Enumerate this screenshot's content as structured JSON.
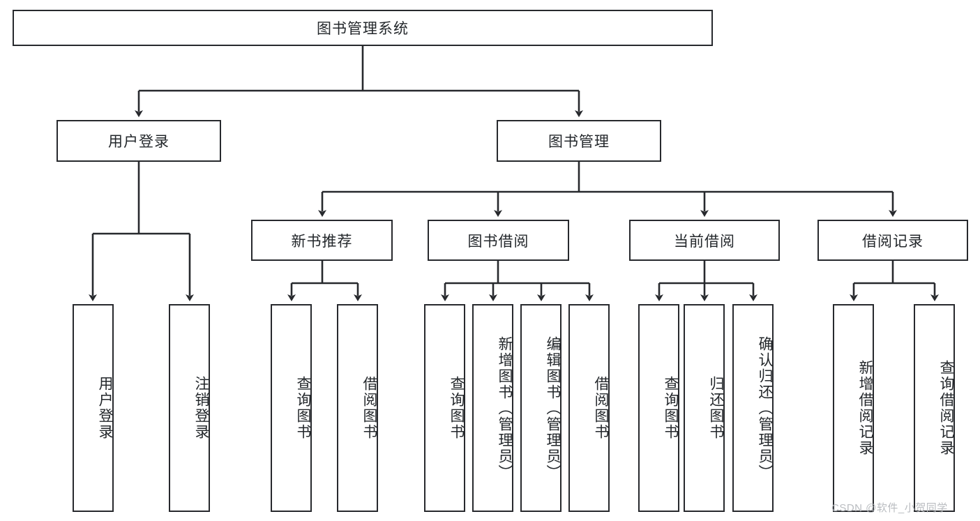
{
  "diagram": {
    "type": "tree",
    "title": "图书管理系统",
    "root": {
      "label": "图书管理系统"
    },
    "level2": [
      {
        "label": "用户登录"
      },
      {
        "label": "图书管理"
      }
    ],
    "level3": [
      {
        "label": "新书推荐"
      },
      {
        "label": "图书借阅"
      },
      {
        "label": "当前借阅"
      },
      {
        "label": "借阅记录"
      }
    ],
    "leaves": {
      "user_login": [
        {
          "label": "用户登录"
        },
        {
          "label": "注销登录"
        }
      ],
      "new_book_recommend": [
        {
          "label": "查询图书"
        },
        {
          "label": "借阅图书"
        }
      ],
      "book_borrow": [
        {
          "label": "查询图书"
        },
        {
          "label": "新增图书（管理员）"
        },
        {
          "label": "编辑图书（管理员）"
        },
        {
          "label": "借阅图书"
        }
      ],
      "current_borrow": [
        {
          "label": "查询图书"
        },
        {
          "label": "归还图书"
        },
        {
          "label": "确认归还（管理员）"
        }
      ],
      "borrow_record": [
        {
          "label": "新增借阅记录"
        },
        {
          "label": "查询借阅记录"
        }
      ]
    }
  },
  "watermark": {
    "text": "CSDN @软件_小贺同学"
  },
  "colors": {
    "stroke": "#27292d",
    "text": "#23272b",
    "background": "#ffffff",
    "watermark": "#b9bcc0"
  }
}
